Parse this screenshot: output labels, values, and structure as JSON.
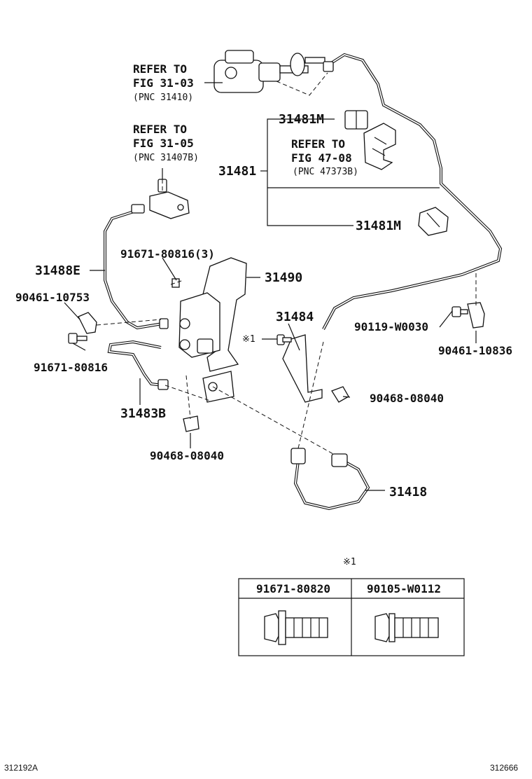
{
  "labels": {
    "refer1_line1": "REFER TO",
    "refer1_line2": "FIG 31-03",
    "refer1_line3": "(PNC 31410)",
    "refer2_line1": "REFER TO",
    "refer2_line2": "FIG 31-05",
    "refer2_line3": "(PNC 31407B)",
    "refer3_line1": "REFER TO",
    "refer3_line2": "FIG 47-08",
    "refer3_line3": "(PNC 47373B)",
    "p31481M_top": "31481M",
    "p31481": "31481",
    "p31481M_bottom": "31481M",
    "p91671_80816_3": "91671-80816(3)",
    "p31488E": "31488E",
    "p31490": "31490",
    "p90461_10753": "90461-10753",
    "p31484": "31484",
    "note_mark_1": "※1",
    "p90119_W0030": "90119-W0030",
    "p90461_10836": "90461-10836",
    "p91671_80816": "91671-80816",
    "p90468_08040_right": "90468-08040",
    "p31483B": "31483B",
    "p90468_08040_bottom": "90468-08040",
    "p31418": "31418"
  },
  "table": {
    "note_mark": "※1",
    "columns": [
      "91671-80820",
      "90105-W0112"
    ]
  },
  "footer": {
    "left_code": "312192A",
    "right_code": "312666"
  }
}
